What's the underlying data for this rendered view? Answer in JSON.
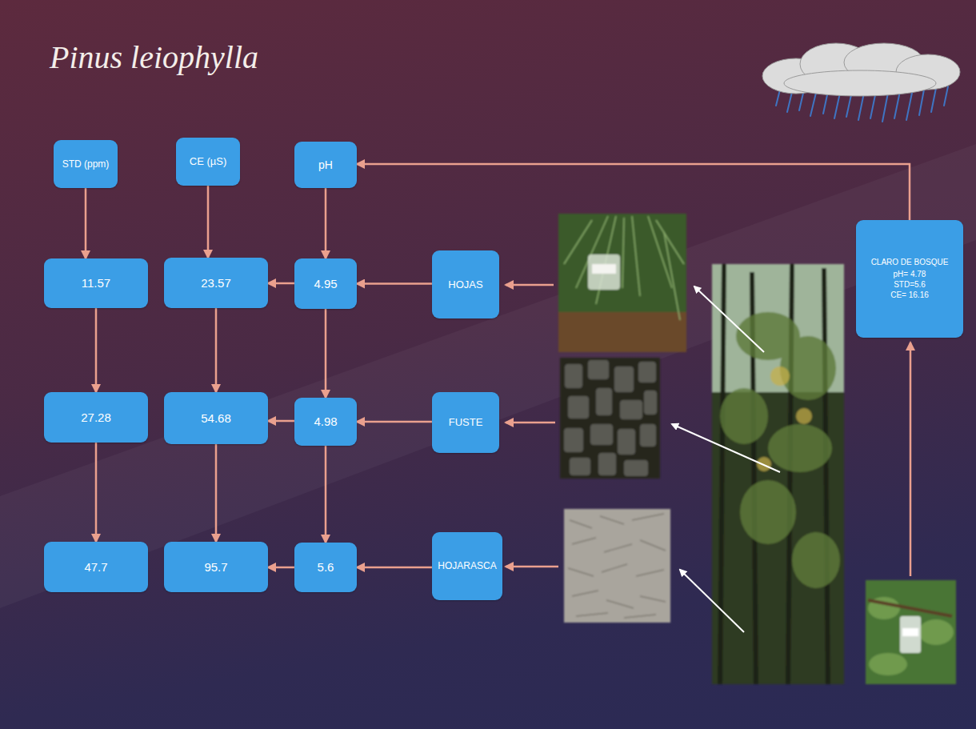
{
  "diagram": {
    "title": "Pinus leiophylla",
    "nodes": [
      {
        "text": [
          "STD (ppm)"
        ]
      },
      {
        "text": [
          "CE (µS)"
        ]
      },
      {
        "text": [
          "pH"
        ]
      },
      {
        "text": [
          "11.57"
        ]
      },
      {
        "text": [
          "23.57"
        ]
      },
      {
        "text": [
          "4.95"
        ]
      },
      {
        "text": [
          "HOJAS"
        ]
      },
      {
        "text": [
          "CLARO DE BOSQUE",
          "pH= 4.78",
          "STD=5.6",
          "CE= 16.16"
        ]
      },
      {
        "text": [
          "27.28"
        ]
      },
      {
        "text": [
          "54.68"
        ]
      },
      {
        "text": [
          "4.98"
        ]
      },
      {
        "text": [
          "FUSTE"
        ]
      },
      {
        "text": [
          "47.7"
        ]
      },
      {
        "text": [
          "95.7"
        ]
      },
      {
        "text": [
          "5.6"
        ]
      },
      {
        "text": [
          "HOJARASCA"
        ]
      }
    ],
    "edges": [
      {
        "from": 0,
        "to": 3,
        "arrow": "to"
      },
      {
        "from": 3,
        "to": 8,
        "arrow": "to"
      },
      {
        "from": 8,
        "to": 12,
        "arrow": "to"
      },
      {
        "from": 1,
        "to": 4,
        "arrow": "to"
      },
      {
        "from": 4,
        "to": 9,
        "arrow": "to"
      },
      {
        "from": 9,
        "to": 13,
        "arrow": "to"
      },
      {
        "from": 2,
        "to": 5,
        "arrow": "to"
      },
      {
        "from": 5,
        "to": 10,
        "arrow": "to"
      },
      {
        "from": 10,
        "to": 14,
        "arrow": "to"
      },
      {
        "from": 5,
        "to": 4,
        "arrow": "to"
      },
      {
        "from": 10,
        "to": 9,
        "arrow": "to"
      },
      {
        "from": 14,
        "to": 13,
        "arrow": "to"
      },
      {
        "from": 6,
        "to": 5,
        "arrow": "to"
      },
      {
        "from": 11,
        "to": 10,
        "arrow": "to"
      },
      {
        "from": 15,
        "to": 14,
        "arrow": "to"
      },
      {
        "from": 7,
        "to": 2,
        "arrow": "to"
      }
    ]
  }
}
